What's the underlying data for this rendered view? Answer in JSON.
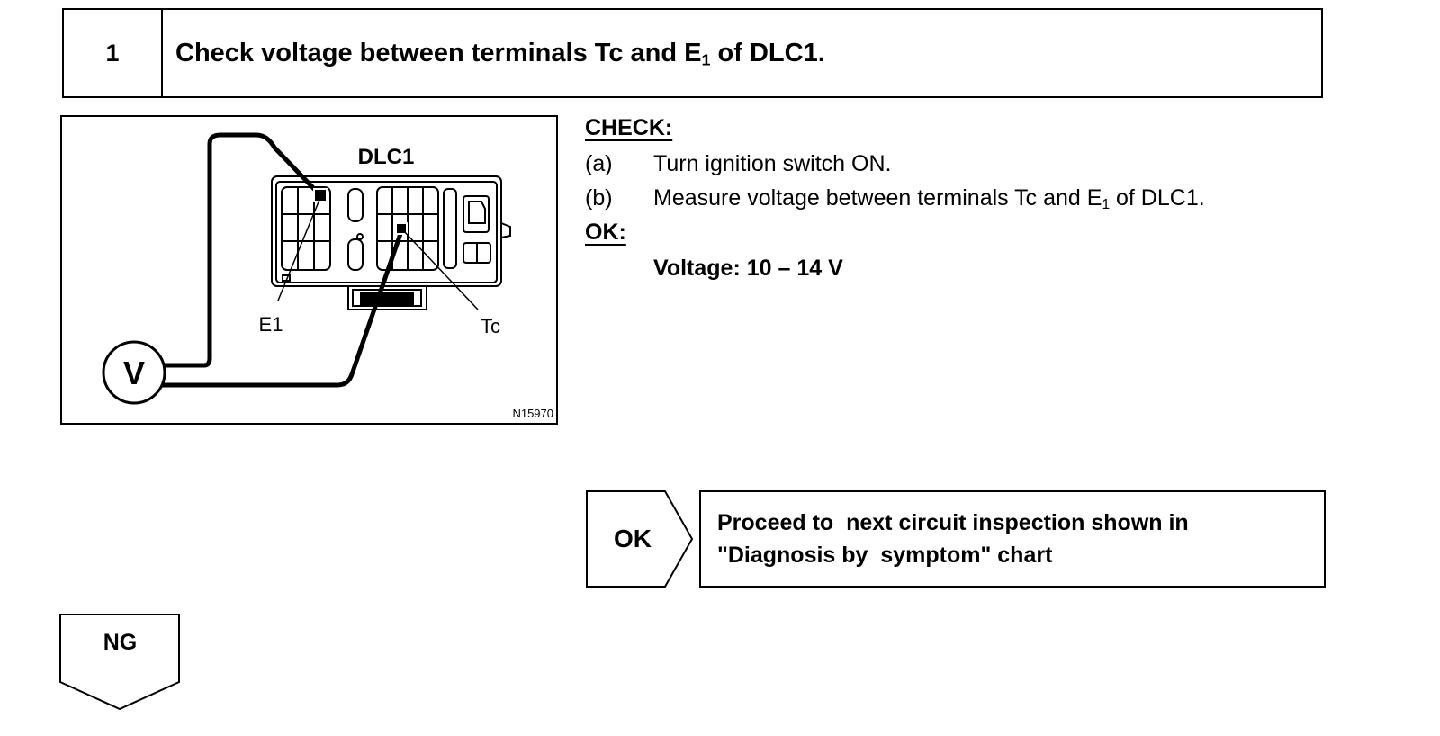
{
  "step": {
    "number": "1",
    "title_pre": "Check voltage between terminals Tc and E",
    "title_sub": "1",
    "title_post": " of DLC1."
  },
  "figure": {
    "connector_label": "DLC1",
    "terminal_e1_label": "E1",
    "terminal_tc_label": "Tc",
    "meter_symbol": "V",
    "figure_code": "N15970"
  },
  "check": {
    "heading": "CHECK:",
    "steps": [
      {
        "label": "(a)",
        "text_pre": "Turn ignition switch ON.",
        "text_sub": "",
        "text_post": ""
      },
      {
        "label": "(b)",
        "text_pre": "Measure voltage between terminals Tc and E",
        "text_sub": "1",
        "text_post": " of DLC1."
      }
    ],
    "ok_heading": "OK:",
    "spec": "Voltage: 10 – 14 V"
  },
  "result_ok": {
    "tag": "OK",
    "line1": "Proceed to  next circuit inspection shown in",
    "line2": "\"Diagnosis by  symptom\" chart"
  },
  "result_ng": {
    "tag": "NG"
  }
}
